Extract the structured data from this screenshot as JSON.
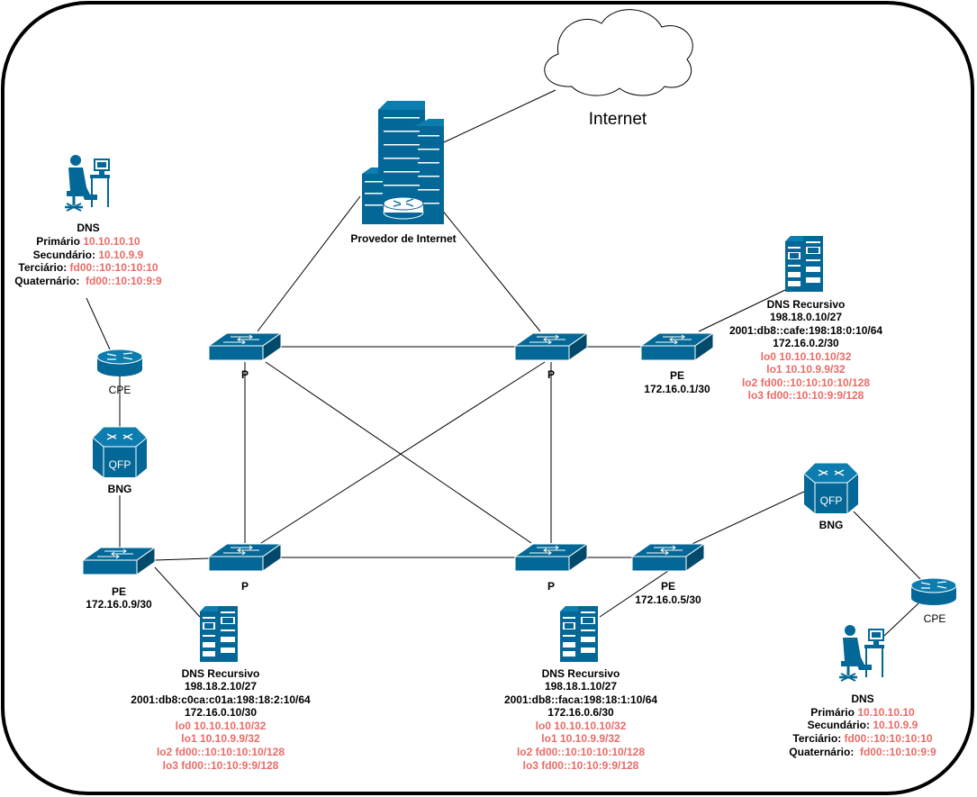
{
  "colors": {
    "device_blue": "#036897",
    "device_dark": "#024a6c",
    "highlight_red": "#ea6b66",
    "link": "#000000",
    "frame": "#000000"
  },
  "cloud": {
    "label": "Internet",
    "icon": "cloud-icon"
  },
  "isp": {
    "label": "Provedor de Internet",
    "icon": "isp-building-icon"
  },
  "core": {
    "p_top_left": "P",
    "p_top_right": "P",
    "p_bottom_left": "P",
    "p_bottom_right": "P"
  },
  "pe_top_right": {
    "title": "PE",
    "ip": "172.16.0.1/30"
  },
  "pe_left": {
    "title": "PE",
    "ip": "172.16.0.9/30"
  },
  "pe_bottom_right": {
    "title": "PE",
    "ip": "172.16.0.5/30"
  },
  "bng_left": {
    "label": "BNG",
    "text": "QFP"
  },
  "bng_right": {
    "label": "BNG",
    "text": "QFP"
  },
  "cpe_left": {
    "label": "CPE"
  },
  "cpe_right": {
    "label": "CPE"
  },
  "dns_client_left": {
    "title": "DNS",
    "rows": [
      {
        "key": "Primário ",
        "val": "10.10.10.10"
      },
      {
        "key": "Secundário: ",
        "val": "10.10.9.9"
      },
      {
        "key": "Terciário: ",
        "val": "fd00::10:10:10:10"
      },
      {
        "key": "Quaternário:  ",
        "val": "fd00::10:10:9:9"
      }
    ]
  },
  "dns_client_right": {
    "title": "DNS",
    "rows": [
      {
        "key": "Primário ",
        "val": "10.10.10.10"
      },
      {
        "key": "Secundário: ",
        "val": "10.10.9.9"
      },
      {
        "key": "Terciário: ",
        "val": "fd00::10:10:10:10"
      },
      {
        "key": "Quaternário:  ",
        "val": "fd00::10:10:9:9"
      }
    ]
  },
  "resolver_top_right": {
    "title": "DNS Recursivo",
    "lines": [
      "198.18.0.10/27",
      "2001:db8::cafe:198:18:0:10/64",
      "172.16.0.2/30"
    ],
    "loopbacks": [
      "lo0 10.10.10.10/32",
      "lo1 10.10.9.9/32",
      "lo2 fd00::10:10:10:10/128",
      "lo3 fd00::10:10:9:9/128"
    ]
  },
  "resolver_bottom_left": {
    "title": "DNS Recursivo",
    "lines": [
      "198.18.2.10/27",
      "2001:db8:c0ca:c01a:198:18:2:10/64",
      "172.16.0.10/30"
    ],
    "loopbacks": [
      "lo0 10.10.10.10/32",
      "lo1 10.10.9.9/32",
      "lo2 fd00::10:10:10:10/128",
      "lo3 fd00::10:10:9:9/128"
    ]
  },
  "resolver_bottom_middle": {
    "title": "DNS Recursivo",
    "lines": [
      "198.18.1.10/27",
      "2001:db8::faca:198:18:1:10/64",
      "172.16.0.6/30"
    ],
    "loopbacks": [
      "lo0 10.10.10.10/32",
      "lo1 10.10.9.9/32",
      "lo2 fd00::10:10:10:10/128",
      "lo3 fd00::10:10:9:9/128"
    ]
  }
}
